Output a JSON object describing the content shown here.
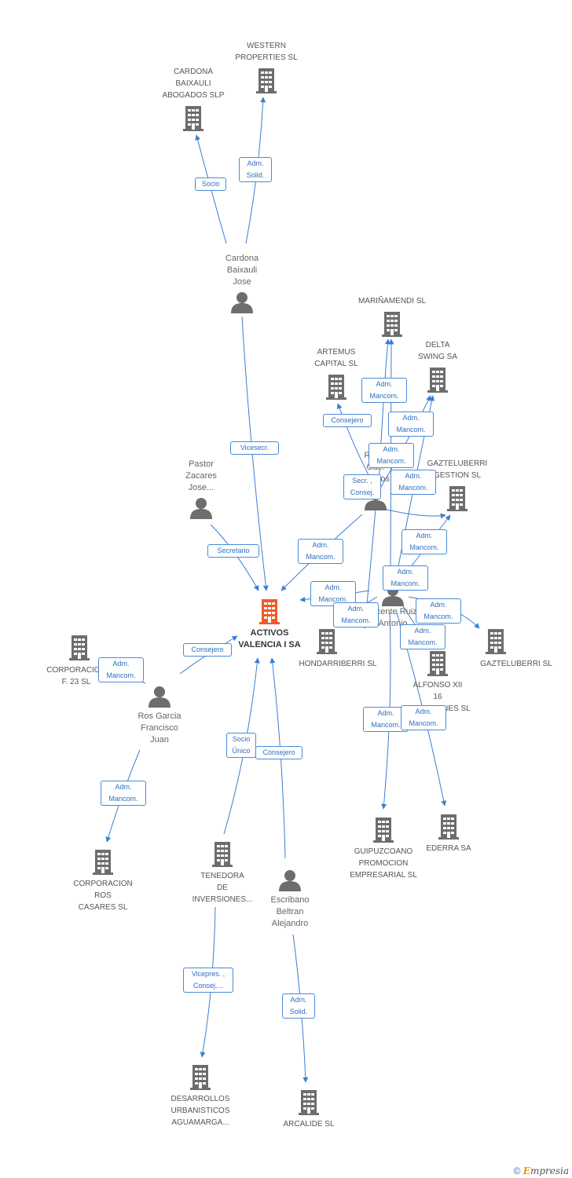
{
  "nodes": [
    {
      "id": "western",
      "type": "company",
      "label": [
        "WESTERN",
        "PROPERTIES SL"
      ]
    },
    {
      "id": "cardona_slp",
      "type": "company",
      "label": [
        "CARDONA",
        "BAIXAULI",
        "ABOGADOS SLP"
      ]
    },
    {
      "id": "cardona_p",
      "type": "person",
      "label": [
        "Cardona",
        "Baixauli",
        "Jose"
      ]
    },
    {
      "id": "marinamendi",
      "type": "company",
      "label": [
        "MARIÑAMENDI SL"
      ]
    },
    {
      "id": "artemus",
      "type": "company",
      "label": [
        "ARTEMUS",
        "CAPITAL SL"
      ]
    },
    {
      "id": "delta",
      "type": "company",
      "label": [
        "DELTA",
        "SWING SA"
      ]
    },
    {
      "id": "rodriguez",
      "type": "person",
      "label": [
        "Rod...",
        "Ca...",
        "Marcos"
      ]
    },
    {
      "id": "gazteluberri_gestion",
      "type": "company",
      "label": [
        "GAZTELUBERRI",
        "GESTION SL"
      ]
    },
    {
      "id": "pastor",
      "type": "person",
      "label": [
        "Pastor",
        "Zacares",
        "Jose..."
      ]
    },
    {
      "id": "activos",
      "type": "main",
      "label": [
        "ACTIVOS",
        "VALENCIA I SA"
      ]
    },
    {
      "id": "vicente",
      "type": "person",
      "label": [
        "Vicente Ruiz",
        "Antonio"
      ]
    },
    {
      "id": "hondarriberri",
      "type": "company",
      "label": [
        "HONDARRIBERRI SL"
      ]
    },
    {
      "id": "gazteluberri",
      "type": "company",
      "label": [
        "GAZTELUBERRI SL"
      ]
    },
    {
      "id": "corp_f23",
      "type": "company",
      "label": [
        "CORPORACION",
        "F. 23 SL"
      ]
    },
    {
      "id": "alfonso",
      "type": "company",
      "label": [
        "ALFONSO XII",
        "16",
        "INVERSIONES SL"
      ]
    },
    {
      "id": "ros",
      "type": "person",
      "label": [
        "Ros Garcia",
        "Francisco",
        "Juan"
      ]
    },
    {
      "id": "tenedora",
      "type": "company",
      "label": [
        "TENEDORA",
        "DE",
        "INVERSIONES..."
      ]
    },
    {
      "id": "escribano",
      "type": "person",
      "label": [
        "Escribano",
        "Beltran",
        "Alejandro"
      ]
    },
    {
      "id": "guipuzcoano",
      "type": "company",
      "label": [
        "GUIPUZCOANO",
        "PROMOCION",
        "EMPRESARIAL SL"
      ]
    },
    {
      "id": "ederra",
      "type": "company",
      "label": [
        "EDERRA SA"
      ]
    },
    {
      "id": "corp_ros",
      "type": "company",
      "label": [
        "CORPORACION",
        "ROS",
        "CASARES SL"
      ]
    },
    {
      "id": "desarrollos",
      "type": "company",
      "label": [
        "DESARROLLOS",
        "URBANISTICOS",
        "AGUAMARGA..."
      ]
    },
    {
      "id": "arcalide",
      "type": "company",
      "label": [
        "ARCALIDE SL"
      ]
    }
  ],
  "edges": [
    {
      "from": "cardona_p",
      "to": "cardona_slp",
      "label": [
        "Socio"
      ]
    },
    {
      "from": "cardona_p",
      "to": "western",
      "label": [
        "Adm.",
        "Solid."
      ]
    },
    {
      "from": "cardona_p",
      "to": "activos",
      "label": [
        "Vicesecr."
      ]
    },
    {
      "from": "pastor",
      "to": "activos",
      "label": [
        "Secretario"
      ]
    },
    {
      "from": "rodriguez",
      "to": "activos",
      "label": [
        "Adm.",
        "Mancom."
      ]
    },
    {
      "from": "rodriguez",
      "to": "artemus",
      "label": [
        "Consejero"
      ]
    },
    {
      "from": "rodriguez",
      "to": "marinamendi",
      "label": [
        "Adm.",
        "Mancom."
      ]
    },
    {
      "from": "rodriguez",
      "to": "delta",
      "label": [
        "Adm.",
        "Mancom."
      ]
    },
    {
      "from": "rodriguez",
      "to": "gazteluberri_gestion",
      "label": [
        "Adm.",
        "Mancom."
      ]
    },
    {
      "from": "rodriguez",
      "to": "hondarriberri",
      "label": [
        "Secr. ,",
        "Consej."
      ]
    },
    {
      "from": "vicente",
      "to": "marinamendi",
      "label": [
        "Adm.",
        "Mancom."
      ]
    },
    {
      "from": "vicente",
      "to": "delta",
      "label": [
        "Adm.",
        "Mancom."
      ]
    },
    {
      "from": "vicente",
      "to": "gazteluberri_gestion",
      "label": [
        "Adm.",
        "Mancom."
      ]
    },
    {
      "from": "vicente",
      "to": "activos",
      "label": [
        "Adm.",
        "Mancom."
      ]
    },
    {
      "from": "vicente",
      "to": "hondarriberri",
      "label": [
        "Adm.",
        "Mancom."
      ]
    },
    {
      "from": "vicente",
      "to": "gazteluberri",
      "label": [
        "Adm.",
        "Mancom."
      ]
    },
    {
      "from": "vicente",
      "to": "alfonso",
      "label": [
        "Adm.",
        "Mancom."
      ]
    },
    {
      "from": "vicente",
      "to": "guipuzcoano",
      "label": [
        "Adm.",
        "Mancom."
      ]
    },
    {
      "from": "vicente",
      "to": "ederra",
      "label": [
        "Adm.",
        "Mancom."
      ]
    },
    {
      "from": "ros",
      "to": "activos",
      "label": [
        "Consejero"
      ]
    },
    {
      "from": "ros",
      "to": "corp_f23",
      "label": [
        "Adm.",
        "Mancom."
      ]
    },
    {
      "from": "ros",
      "to": "corp_ros",
      "label": [
        "Adm.",
        "Mancom."
      ]
    },
    {
      "from": "tenedora",
      "to": "activos",
      "label": [
        "Socio",
        "Único"
      ]
    },
    {
      "from": "escribano",
      "to": "activos",
      "label": [
        "Consejero"
      ]
    },
    {
      "from": "tenedora",
      "to": "desarrollos",
      "label": [
        "Vicepres. ,",
        "Consej...."
      ]
    },
    {
      "from": "escribano",
      "to": "arcalide",
      "label": [
        "Adm.",
        "Solid."
      ]
    }
  ],
  "colors": {
    "edge": "#3a7fd5",
    "icon": "#6d6d6d",
    "main_icon": "#f05a28"
  },
  "footer": {
    "copyright": "©",
    "brand_initial": "E",
    "brand_rest": "mpresia"
  }
}
